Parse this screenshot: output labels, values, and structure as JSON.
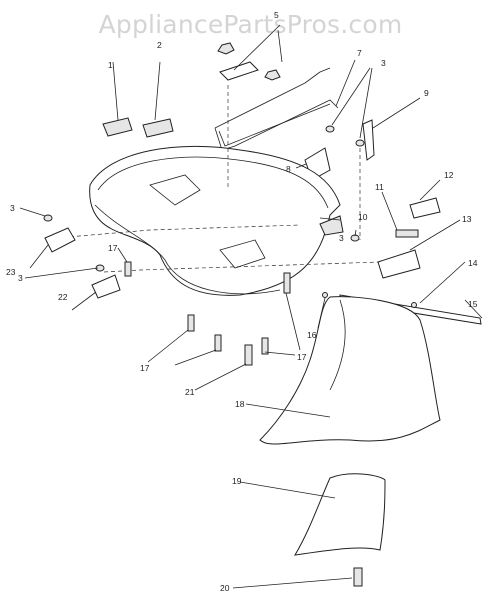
{
  "watermark": "AppliancePartsPros.com",
  "callouts": [
    "1",
    "2",
    "5",
    "3",
    "7",
    "9",
    "8",
    "12",
    "11",
    "10",
    "13",
    "3",
    "3",
    "23",
    "17",
    "3",
    "22",
    "14",
    "15",
    "16",
    "17",
    "17",
    "21",
    "18",
    "19",
    "20"
  ],
  "colors": {
    "line": "#222222",
    "watermark": "#d4d4d4",
    "background": "#ffffff"
  }
}
